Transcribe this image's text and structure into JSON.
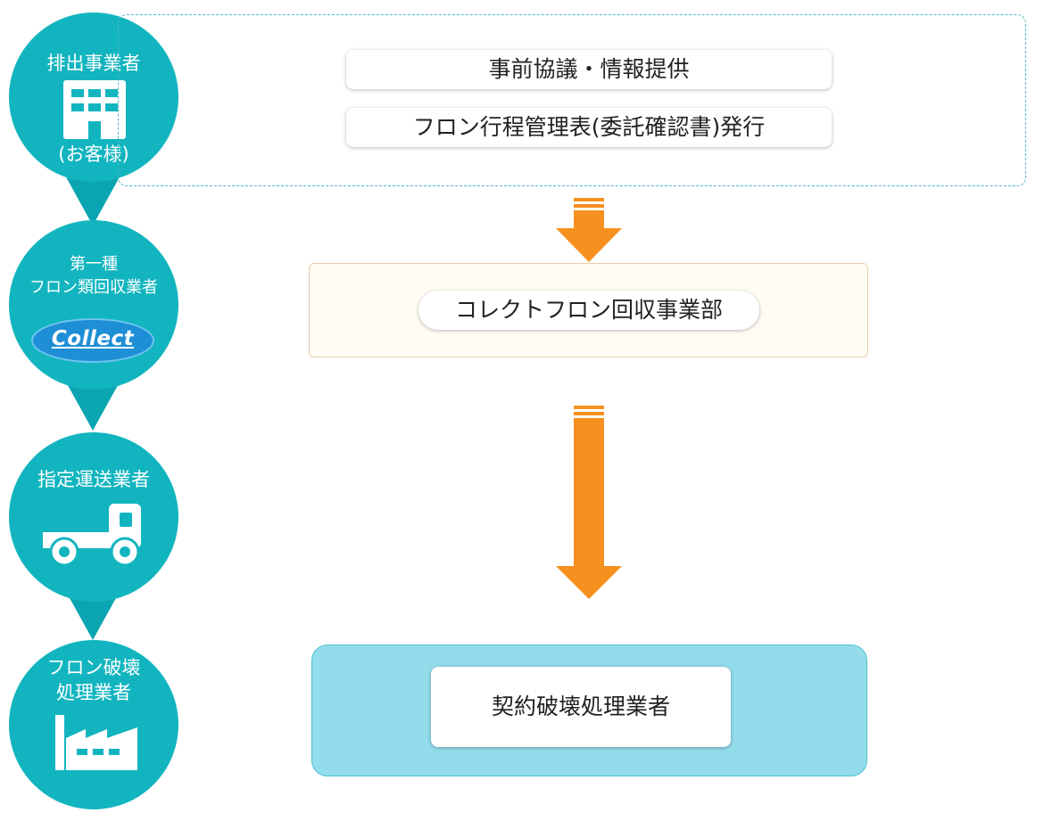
{
  "colors": {
    "teal": "#12b5bf",
    "teal_dark": "#0aa5b0",
    "arrow_orange": "#f6901e",
    "box_blue": "#93dceb"
  },
  "steps": [
    {
      "title": "排出事業者",
      "subtitle": "(お客様)",
      "icon": "office-building-icon"
    },
    {
      "title_line1": "第一種",
      "title_line2": "フロン類回収業者",
      "logo_text": "Collect",
      "icon": "collect-logo"
    },
    {
      "title": "指定運送業者",
      "icon": "truck-icon"
    },
    {
      "title_line1": "フロン破壊",
      "title_line2": "処理業者",
      "icon": "factory-icon"
    }
  ],
  "flow": {
    "consultation": "事前協議・情報提供",
    "manifest": "フロン行程管理表(委託確認書)発行",
    "collection_dept": "コレクトフロン回収事業部",
    "destruction_contractor": "契約破壊処理業者"
  }
}
